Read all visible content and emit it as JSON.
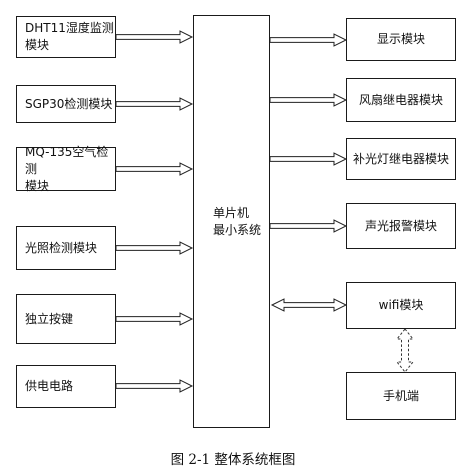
{
  "diagram": {
    "center_box": {
      "line1": "单片机",
      "line2": "最小系统"
    },
    "input_modules": [
      {
        "line1": "DHT11湿度监测",
        "line2": "模块"
      },
      {
        "line1": "SGP30检测模块",
        "line2": ""
      },
      {
        "line1": "MQ-135空气检测",
        "line2": "模块"
      },
      {
        "line1": "光照检测模块",
        "line2": ""
      },
      {
        "line1": "独立按键",
        "line2": ""
      },
      {
        "line1": "供电电路",
        "line2": ""
      }
    ],
    "output_modules": [
      "显示模块",
      "风扇继电器模块",
      "补光灯继电器模块",
      "声光报警模块",
      "wifi模块",
      "手机端"
    ],
    "caption": "图 2-1 整体系统框图"
  }
}
